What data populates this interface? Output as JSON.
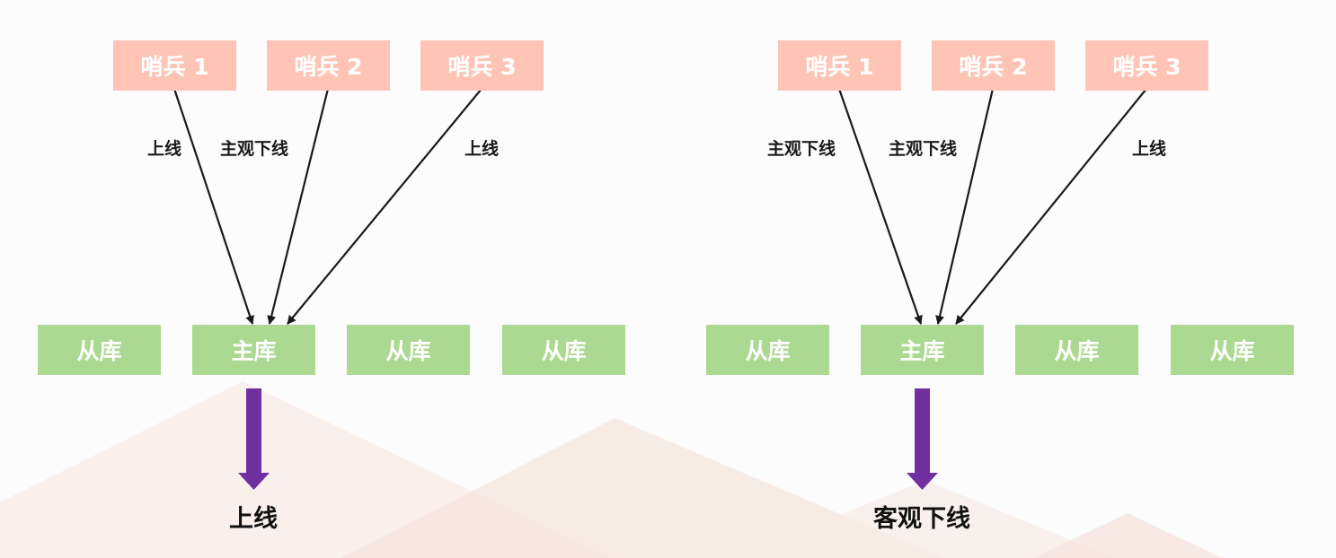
{
  "colors": {
    "sentinel_fill": "#ffc4b6",
    "db_fill": "#acd991",
    "node_text": "#ffffff",
    "edge_line": "#1a1a1a",
    "result_arrow": "#7030a0",
    "background_shape": "#f3ddd3"
  },
  "left_scenario": {
    "sentinels": [
      "哨兵 1",
      "哨兵 2",
      "哨兵 3"
    ],
    "databases": [
      "从库",
      "主库",
      "从库",
      "从库"
    ],
    "edge_labels": [
      "上线",
      "主观下线",
      "上线"
    ],
    "result": "上线"
  },
  "right_scenario": {
    "sentinels": [
      "哨兵 1",
      "哨兵 2",
      "哨兵 3"
    ],
    "databases": [
      "从库",
      "主库",
      "从库",
      "从库"
    ],
    "edge_labels": [
      "主观下线",
      "主观下线",
      "上线"
    ],
    "result": "客观下线"
  }
}
